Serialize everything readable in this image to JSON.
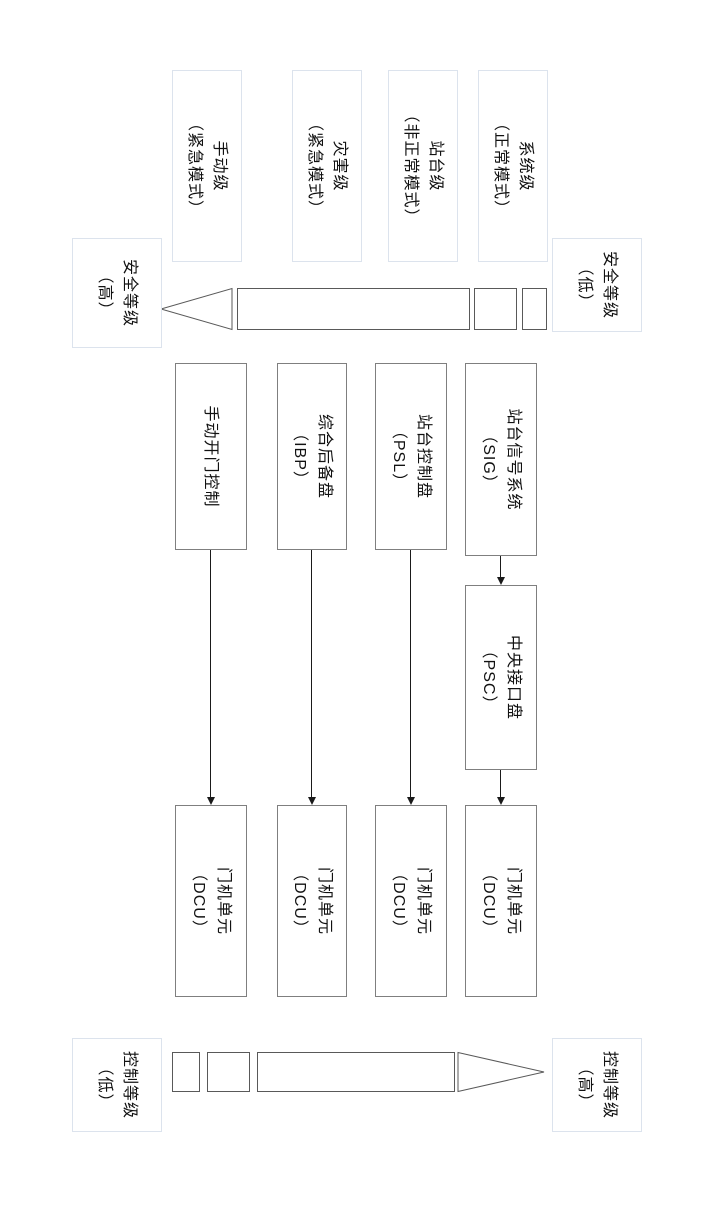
{
  "levels": [
    {
      "label": "系统级",
      "mode": "（正常模式）"
    },
    {
      "label": "站台级",
      "mode": "（非正常模式）"
    },
    {
      "label": "灾害级",
      "mode": "（紧急模式）"
    },
    {
      "label": "手动级",
      "mode": "（紧急模式）"
    }
  ],
  "axes": {
    "safety": {
      "title": "安全等级",
      "high": "（高）",
      "low": "（低）"
    },
    "control": {
      "title": "控制等级",
      "high": "（高）",
      "low": "（低）"
    }
  },
  "nodes": {
    "sig": {
      "title": "站台信号系统",
      "abbr": "（SIG）"
    },
    "psc": {
      "title": "中央接口盘",
      "abbr": "（PSC）"
    },
    "psl": {
      "title": "站台控制盘",
      "abbr": "（PSL）"
    },
    "ibp": {
      "title": "综合后备盘",
      "abbr": "（IBP）"
    },
    "manual": {
      "title": "手动开门控制"
    },
    "dcu": {
      "title": "门机单元",
      "abbr": "（DCU）"
    }
  },
  "colors": {
    "node_border": "#7f7f7f",
    "label_border": "#dce3ed",
    "line": "#1a1a1a",
    "axis_stroke": "#595959"
  }
}
